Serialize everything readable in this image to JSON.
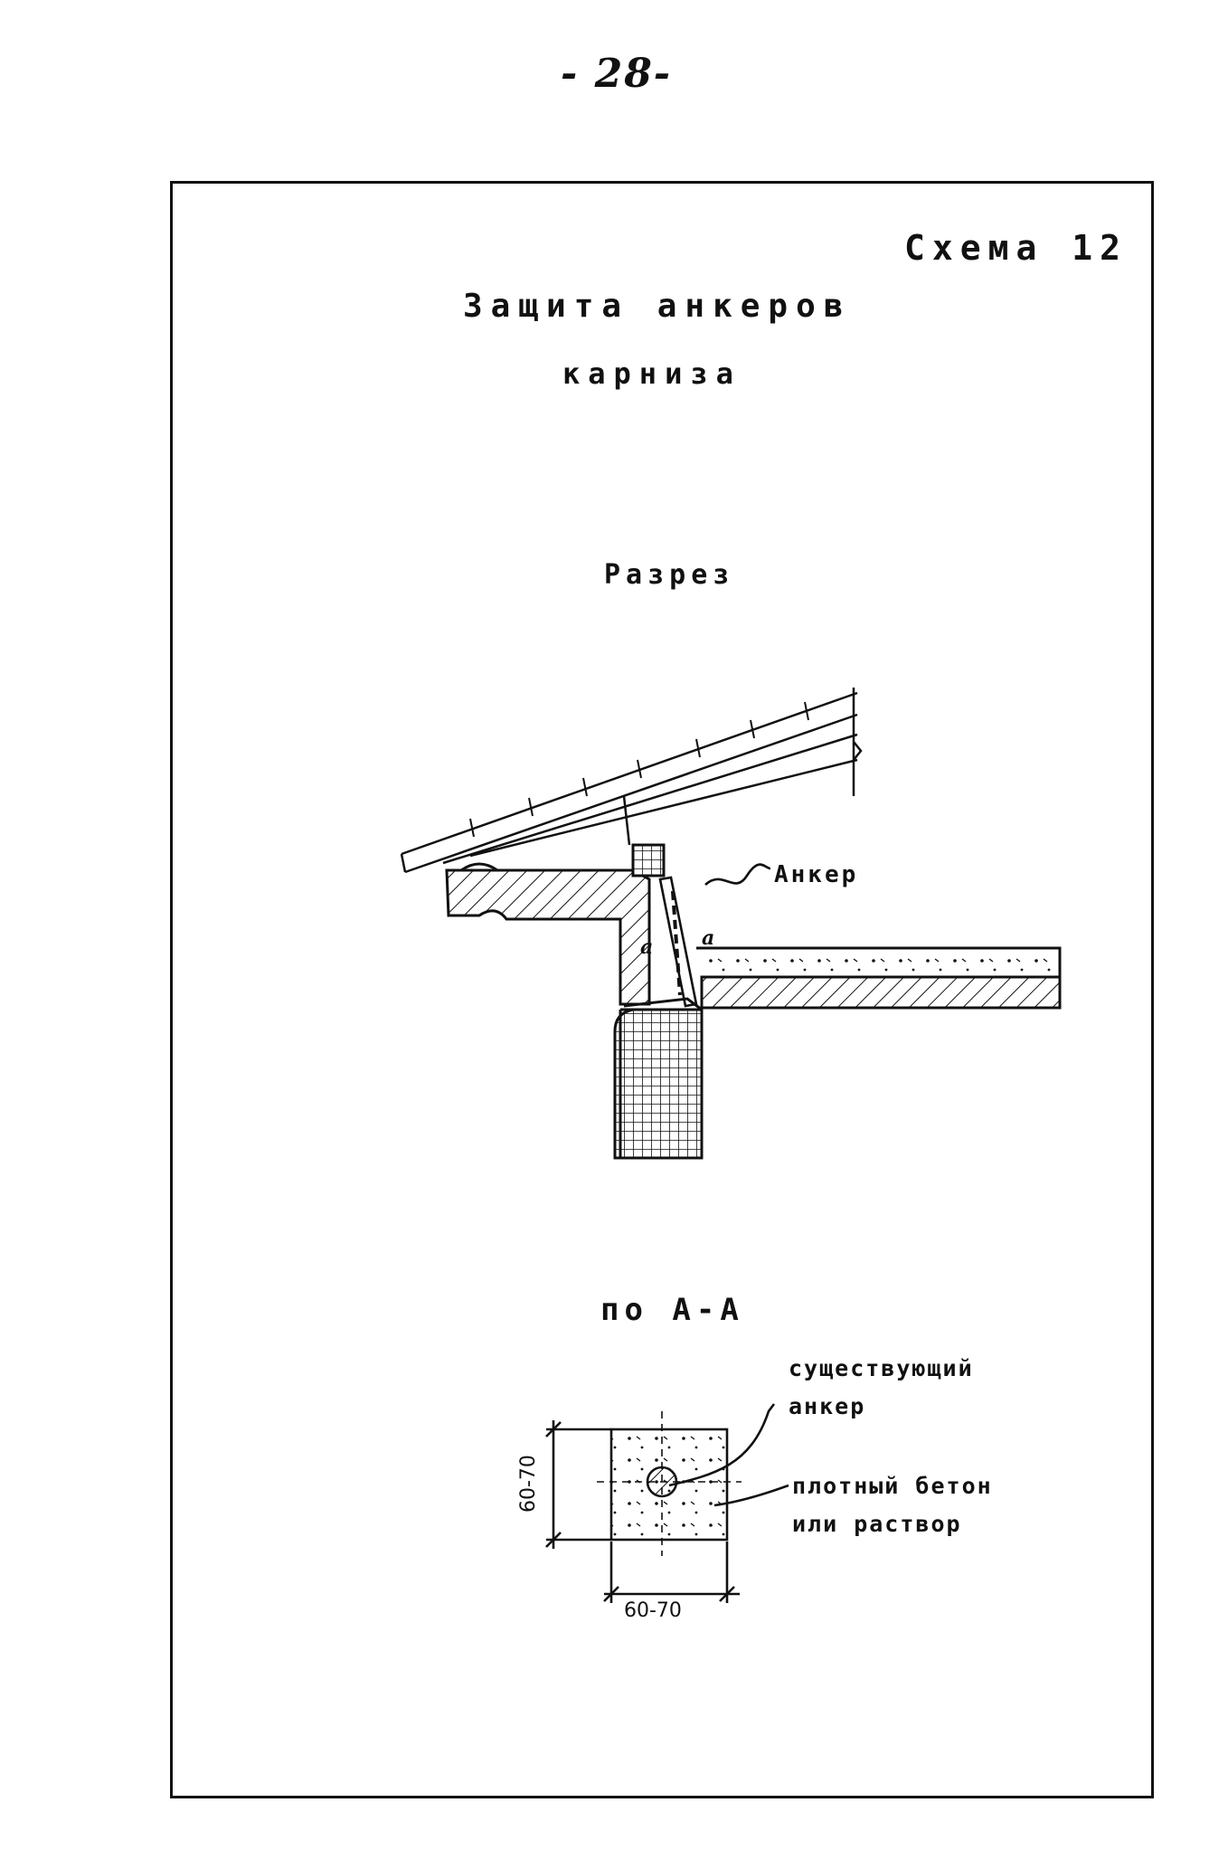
{
  "page": {
    "number": "- 28-"
  },
  "header": {
    "scheme_label": "Схема 12",
    "title_line1": "Защита анкеров",
    "title_line2": "карниза"
  },
  "section": {
    "label": "Разрез",
    "anchor_label": "Анкер",
    "section_mark_left": "a",
    "section_mark_right": "a"
  },
  "detail": {
    "view_label": "по А-А",
    "existing_anchor_line1": "существующий",
    "existing_anchor_line2": "анкер",
    "concrete_line1": "плотный бетон",
    "concrete_line2": "или раствор",
    "dim_horizontal": "60-70",
    "dim_vertical": "60-70"
  }
}
